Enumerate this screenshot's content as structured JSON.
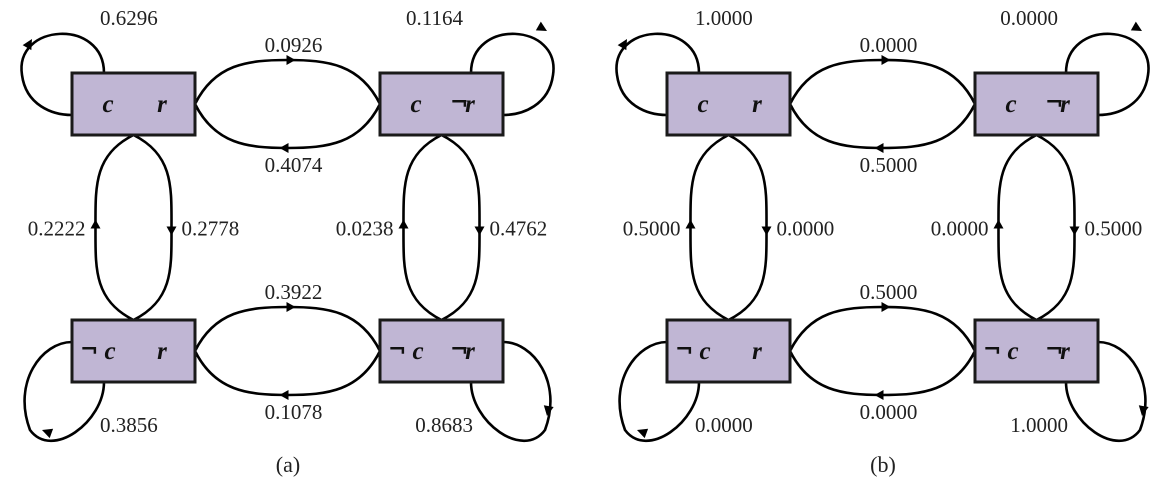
{
  "panels": [
    {
      "caption": "(a)",
      "states": {
        "cr": {
          "c": "c",
          "r": "r",
          "c_neg": "",
          "r_neg": ""
        },
        "cnr": {
          "c": "c",
          "r": "r",
          "c_neg": "",
          "r_neg": "¬"
        },
        "ncr": {
          "c": "c",
          "r": "r",
          "c_neg": "¬",
          "r_neg": ""
        },
        "ncnr": {
          "c": "c",
          "r": "r",
          "c_neg": "¬",
          "r_neg": "¬"
        }
      },
      "transitions": {
        "cr_self": "0.6296",
        "cnr_self": "0.1164",
        "ncr_self": "0.3856",
        "ncnr_self": "0.8683",
        "cr_to_cnr": "0.0926",
        "cnr_to_cr": "0.4074",
        "cr_to_ncr": "0.2778",
        "ncr_to_cr": "0.2222",
        "cnr_to_ncnr": "0.4762",
        "ncnr_to_cnr": "0.0238",
        "ncr_to_ncnr": "0.3922",
        "ncnr_to_ncr": "0.1078"
      }
    },
    {
      "caption": "(b)",
      "states": {
        "cr": {
          "c": "c",
          "r": "r",
          "c_neg": "",
          "r_neg": ""
        },
        "cnr": {
          "c": "c",
          "r": "r",
          "c_neg": "",
          "r_neg": "¬"
        },
        "ncr": {
          "c": "c",
          "r": "r",
          "c_neg": "¬",
          "r_neg": ""
        },
        "ncnr": {
          "c": "c",
          "r": "r",
          "c_neg": "¬",
          "r_neg": "¬"
        }
      },
      "transitions": {
        "cr_self": "1.0000",
        "cnr_self": "0.0000",
        "ncr_self": "0.0000",
        "ncnr_self": "1.0000",
        "cr_to_cnr": "0.0000",
        "cnr_to_cr": "0.5000",
        "cr_to_ncr": "0.0000",
        "ncr_to_cr": "0.5000",
        "cnr_to_ncnr": "0.5000",
        "ncnr_to_cnr": "0.0000",
        "ncr_to_ncnr": "0.5000",
        "ncnr_to_ncr": "0.0000"
      }
    }
  ]
}
